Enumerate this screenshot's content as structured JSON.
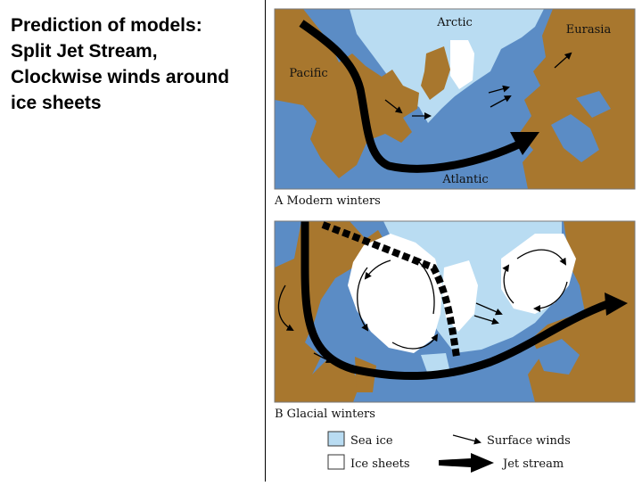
{
  "slide": {
    "title": "Prediction of models:\nSplit Jet Stream,\nClockwise winds around\nice sheets"
  },
  "colors": {
    "ocean": "#5b8cc5",
    "land": "#a8772e",
    "sea_ice": "#b9dcf2",
    "ice_sheet": "#ffffff",
    "jet_stream": "#000000"
  },
  "panel_a": {
    "label": "A  Modern winters",
    "places": {
      "arctic": "Arctic",
      "eurasia": "Eurasia",
      "pacific": "Pacific",
      "atlantic": "Atlantic"
    }
  },
  "panel_b": {
    "label": "B  Glacial winters"
  },
  "legend": {
    "sea_ice": "Sea ice",
    "ice_sheets": "Ice sheets",
    "surface_winds": "Surface winds",
    "jet_stream": "Jet stream"
  }
}
